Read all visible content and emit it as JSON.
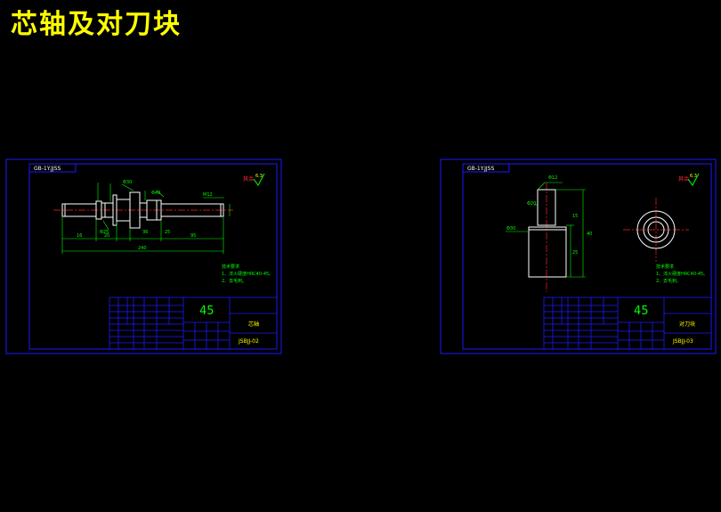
{
  "title": "芯轴及对刀块",
  "colors": {
    "frame": "#1a1aff",
    "part": "#ffffff",
    "dimension": "#00ff00",
    "center_line": "#ff2020",
    "title_block_text": "#ffff00",
    "page_title": "#ffff00"
  },
  "sheets": [
    {
      "name": "mandrel",
      "corner_tag": "GB-1Y.JJSS",
      "roughness_note": "其余",
      "roughness_value": "6.3",
      "dims": [
        "240",
        "95",
        "16",
        "20",
        "25",
        "36",
        "Φ30",
        "M12",
        "Φ25",
        "Φ40"
      ],
      "tech_notes": [
        "技术要求",
        "1、淬火硬度HRC40-45。",
        "2、去毛刺。"
      ],
      "material": "45",
      "part_name": "芯轴",
      "drawing_no": "JSBJJ-02"
    },
    {
      "name": "tool-setting-block",
      "corner_tag": "GB-1Y.JJSS",
      "roughness_note": "其余",
      "roughness_value": "6.3",
      "dims": [
        "Φ12",
        "Φ30",
        "Φ20",
        "40",
        "15",
        "25"
      ],
      "tech_notes": [
        "技术要求",
        "1、淬火硬度HRC40-45。",
        "2、去毛刺。"
      ],
      "material": "45",
      "part_name": "对刀块",
      "drawing_no": "JSBJJ-03"
    }
  ]
}
